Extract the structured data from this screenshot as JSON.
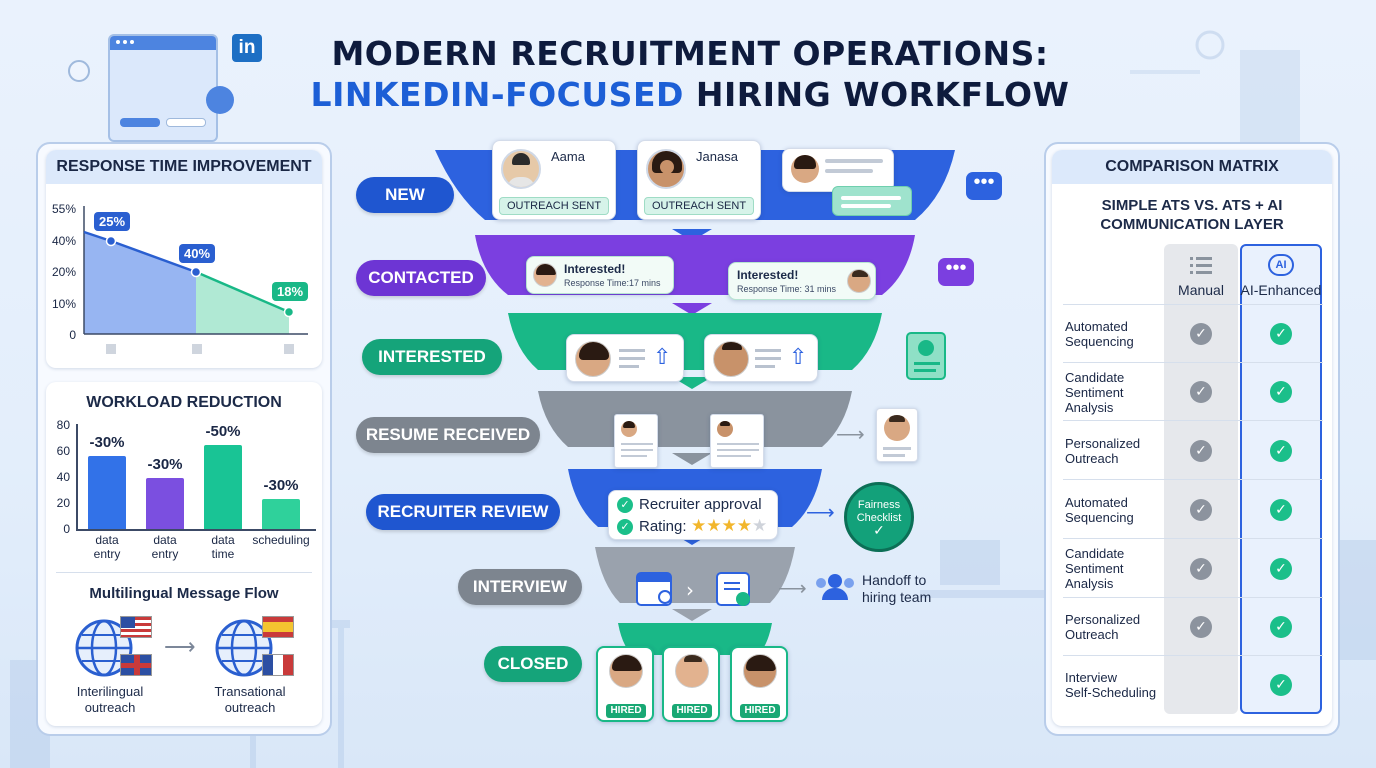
{
  "title": {
    "line1": "MODERN RECRUITMENT OPERATIONS:",
    "line2_blue": "LINKEDIN-FOCUSED",
    "line2_dark": "HIRING WORKFLOW"
  },
  "response_time": {
    "heading": "RESPONSE TIME IMPROVEMENT",
    "y_ticks": [
      "55%",
      "40%",
      "20%",
      "10%",
      "0"
    ],
    "tags": [
      "25%",
      "40%",
      "18%"
    ]
  },
  "workload": {
    "heading": "WORKLOAD REDUCTION",
    "y_ticks": [
      "80",
      "60",
      "40",
      "20",
      "0"
    ],
    "bars": [
      {
        "label": "-30%",
        "cat": [
          "data",
          "entry"
        ],
        "value": 56,
        "color": "#3272e8"
      },
      {
        "label": "-30%",
        "cat": [
          "data",
          "entry"
        ],
        "value": 39,
        "color": "#7b4fe0"
      },
      {
        "label": "-50%",
        "cat": [
          "data",
          "time"
        ],
        "value": 65,
        "color": "#19c495"
      },
      {
        "label": "-30%",
        "cat": [
          "scheduling",
          ""
        ],
        "value": 23,
        "color": "#2fd19b"
      }
    ]
  },
  "multilingual": {
    "heading": "Multilingual Message Flow",
    "left_label": [
      "Interilingual",
      "outreach"
    ],
    "right_label": [
      "Transational",
      "outreach"
    ]
  },
  "stages": {
    "new": "NEW",
    "contacted": "CONTACTED",
    "interested": "INTERESTED",
    "resume": "RESUME RECEIVED",
    "review": "RECRUITER REVIEW",
    "interview": "INTERVIEW",
    "closed": "CLOSED"
  },
  "new_cards": [
    {
      "name": "Aama",
      "status": "OUTREACH SENT"
    },
    {
      "name": "Janasa",
      "status": "OUTREACH SENT"
    }
  ],
  "contacted_cards": [
    {
      "title": "Interested!",
      "sub": "Response Time:17 mins"
    },
    {
      "title": "Interested!",
      "sub": "Response Time: 31 mins"
    }
  ],
  "review": {
    "approval": "Recruiter approval",
    "rating_label": "Rating:",
    "stars": "★★★★★",
    "fairness": [
      "Fairness",
      "Checklist"
    ]
  },
  "handoff": [
    "Handoff to",
    "hiring team"
  ],
  "hired_label": "HIRED",
  "matrix": {
    "heading": "COMPARISON MATRIX",
    "subtitle": [
      "SIMPLE ATS VS. ATS + AI",
      "COMMUNICATION LAYER"
    ],
    "col_manual": "Manual",
    "col_ai": "AI-Enhanced",
    "ai_icon": "AI",
    "rows": [
      {
        "label": [
          "Automated",
          "Sequencing"
        ],
        "manual": true,
        "ai": true
      },
      {
        "label": [
          "Candidate",
          "Sentiment",
          "Analysis"
        ],
        "manual": true,
        "ai": true
      },
      {
        "label": [
          "Personalized",
          "Outreach"
        ],
        "manual": true,
        "ai": true
      },
      {
        "label": [
          "Automated",
          "Sequencing"
        ],
        "manual": true,
        "ai": true
      },
      {
        "label": [
          "Candidate",
          "Sentiment",
          "Analysis"
        ],
        "manual": true,
        "ai": true
      },
      {
        "label": [
          "Personalized",
          "Outreach"
        ],
        "manual": true,
        "ai": true
      },
      {
        "label": [
          "Interview",
          "Self-Scheduling"
        ],
        "manual": false,
        "ai": true
      }
    ]
  },
  "linkedin_logo": "in",
  "colors": {
    "blue": "#1d5fd6",
    "purple": "#7b3fe0",
    "green": "#19b887",
    "grey": "#8a939e",
    "navy": "#0e1b3d"
  }
}
